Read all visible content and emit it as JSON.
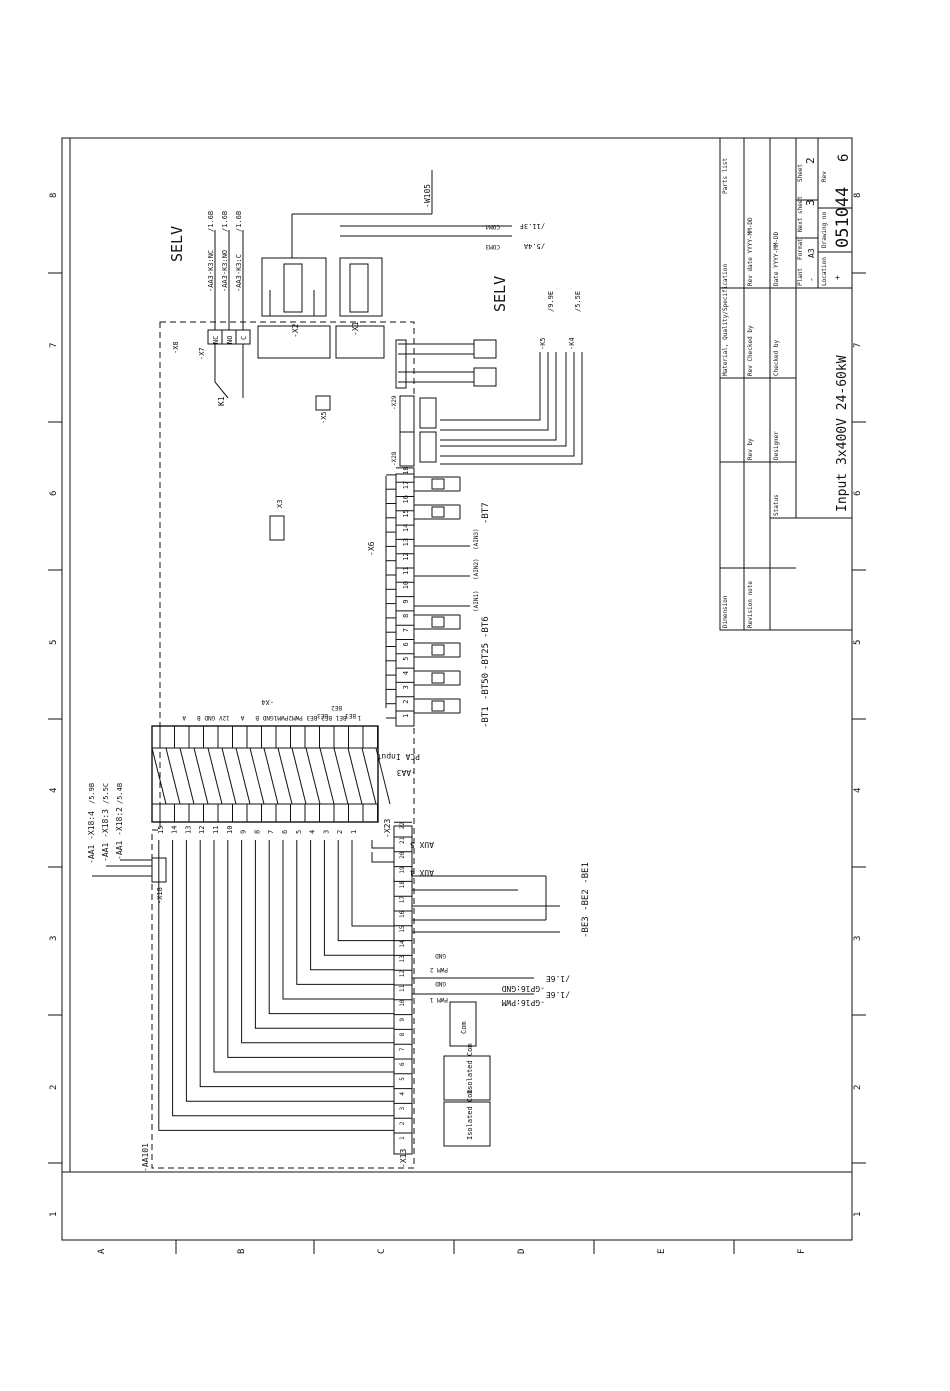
{
  "sheet": {
    "columns": [
      "1",
      "2",
      "3",
      "4",
      "5",
      "6",
      "7",
      "8"
    ],
    "rows": [
      "A",
      "B",
      "C",
      "D",
      "E",
      "F"
    ]
  },
  "title_block": {
    "drawing_title": "Input 3x400V 24-60kW",
    "drawing_no_label": "Drawing no",
    "drawing_no": "051044",
    "rev_label": "Rev",
    "rev": "6",
    "sheet_label": "Sheet",
    "sheet": "2",
    "next_sheet_label": "Next sheet",
    "next_sheet": "3",
    "format_label": "Format",
    "format": "A3",
    "plant_label": "Plant",
    "plant": "-",
    "location_label": "Location",
    "location": "+",
    "parts_list_label": "Parts list",
    "rev_date": "Rev date YYYY-MM-DD",
    "date": "Date YYYY-MM-DD",
    "rev_checked_by": "Rev Checked by",
    "checked_by": "Checked by",
    "rev_by": "Rev by",
    "designer": "Designer",
    "material": "Material, Quality/Specification",
    "status": "Status",
    "dimension": "Dimension",
    "revision_note": "Revision note"
  },
  "labels": {
    "selv_top": "SELV",
    "selv_mid": "SELV",
    "w105": "-W105",
    "com4": "COM4",
    "com3": "COM3",
    "ref_11_3f": "/11.3F",
    "ref_5_4a": "/5.4A",
    "k1": "K1",
    "x7": "-X7",
    "x8": "-X8",
    "x2": "-X2",
    "x1": "-X1",
    "x3": "X3",
    "x5": "-X5",
    "x6": "-X6",
    "x4": "-X4",
    "x23": "-X23",
    "x13": "-X13",
    "x18": "-X18",
    "x28": "-X28",
    "x29": "-X29",
    "aa101": "-AA101",
    "aa3": "-AA3",
    "pca_input": "PCA Input",
    "nc": "NC",
    "no": "NO",
    "c": "C",
    "aa3_k3nc": "-AA3-K3:NC",
    "aa3_k3no": "-AA3-K3:NO",
    "aa3_k3c": "-AA3-K3:C",
    "ref_1_6b_a": "/1.6B",
    "ref_1_6b_b": "/1.6B",
    "ref_1_6b_c": "/1.6B",
    "k5": "-K5",
    "k4": "-K4",
    "ref_9_9e": "/9.9E",
    "ref_5_5e": "/5.5E",
    "aa1_x18_4": "-AA1 -X18:4",
    "aa1_x18_3": "-AA1 -X18:3",
    "aa1_x18_2": "-AA1 -X18:2",
    "ref_5_9b": "/5.9B",
    "ref_5_5c": "/5.5C",
    "ref_5_4b": "/5.4B",
    "aux5": "AUX 5",
    "aux4": "AUX 4",
    "be3_be2_be1": "-BE3 -BE2 -BE1",
    "gp16_gnd": "-GP16:GND",
    "gp16_pwm": "-GP16:PWM",
    "ref_1_6e_a": "/1.6E",
    "ref_1_6e_b": "/1.6E",
    "pwm2": "PWM 2",
    "pwm1": "PWM 1",
    "gnd": "GND",
    "com": "Com",
    "isolated_com": "Isolated Com",
    "bt1": "-BT1",
    "bt50": "-BT50",
    "bt25": "-BT25",
    "bt6": "-BT6",
    "bt7": "-BT7",
    "ain1": "(AIN1)",
    "ain2": "(AIN2)",
    "ain3": "(AIN3)",
    "be1": "BE1",
    "be2": "BE2",
    "be3": "BE3"
  },
  "x6_pins": [
    "1",
    "2",
    "3",
    "4",
    "5",
    "6",
    "7",
    "8",
    "9",
    "10",
    "11",
    "12",
    "13",
    "14",
    "15",
    "16",
    "17",
    "18"
  ],
  "x23_pins": [
    "1",
    "2",
    "3",
    "4",
    "5",
    "6",
    "7",
    "8",
    "9",
    "10",
    "11",
    "12",
    "13",
    "14",
    "15"
  ],
  "x13_pins": [
    "1",
    "2",
    "3",
    "4",
    "5",
    "6",
    "7",
    "8",
    "9",
    "10",
    "11",
    "12",
    "13",
    "14",
    "15",
    "16",
    "17",
    "18",
    "19",
    "20",
    "21",
    "22"
  ],
  "x4_pins": [
    "A",
    "B",
    "GND",
    "12V",
    "A",
    "B",
    "GND",
    "PWM1",
    "PWM2",
    "BE3",
    "BE2",
    "BE1",
    "1"
  ]
}
